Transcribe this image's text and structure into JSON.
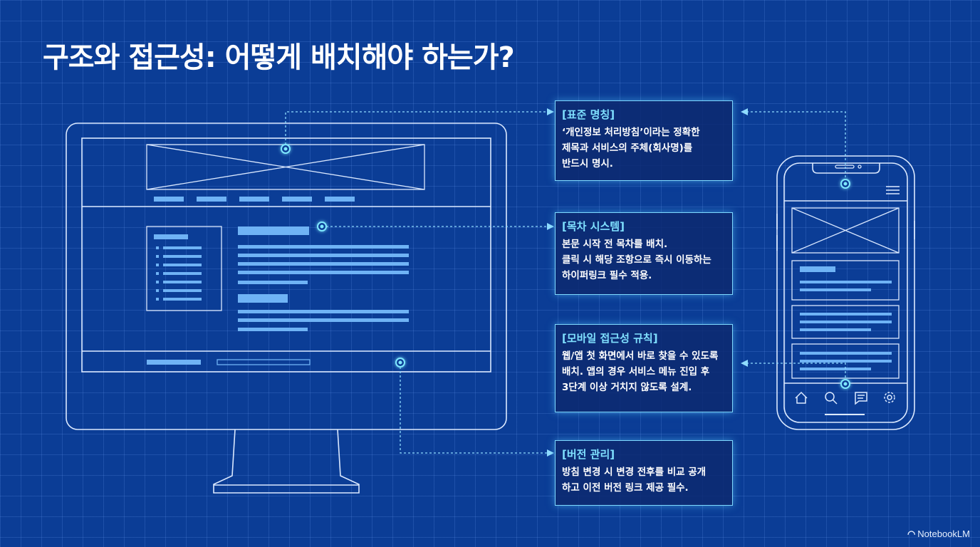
{
  "title": "구조와 접근성: 어떻게 배치해야 하는가?",
  "callouts": [
    {
      "heading": "[표준 명칭]",
      "text": "‘개인정보 처리방침’이라는 정확한\n제목과 서비스의 주체(회사명)를\n반드시 명시."
    },
    {
      "heading": "[목차 시스템]",
      "text": "본문 시작 전 목차를 배치.\n클릭 시 해당 조항으로 즉시 이동하는\n하이퍼링크 필수 적용."
    },
    {
      "heading": "[모바일 접근성 규칙]",
      "text": "웹/앱 첫 화면에서 바로 찾을 수 있도록\n배치. 앱의 경우 서비스 메뉴 진입 후\n3단계 이상 거치지 않도록 설계."
    },
    {
      "heading": "[버전 관리]",
      "text": "방침 변경 시 변경 전후를 비교 공개\n하고 이전 버전 링크 제공 필수."
    }
  ],
  "icons": [
    "home-icon",
    "search-icon",
    "chat-icon",
    "settings-icon",
    "hamburger-icon"
  ],
  "logo": "NotebookLM",
  "colors": {
    "background": "#0b3d96",
    "line": "#dbe9ff",
    "accent": "#7fd9ff",
    "bar": "#6fb3f5"
  }
}
